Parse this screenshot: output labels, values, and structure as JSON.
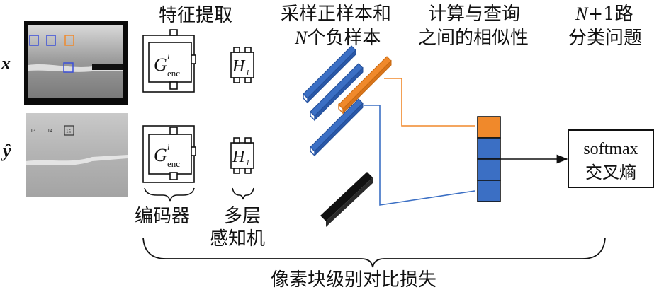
{
  "inputs": {
    "x_label": "x",
    "y_label": "ŷ",
    "patch_labels": [
      "13",
      "14",
      "15"
    ]
  },
  "headings": {
    "feature_extraction": "特征提取",
    "sampling_line1": "采样正样本和",
    "sampling_line2_var": "N",
    "sampling_line2_rest": "个负样本",
    "similarity_line1": "计算与查询",
    "similarity_line2": "之间的相似性",
    "classification_line1_var": "N",
    "classification_line1_rest": "+1路",
    "classification_line2": "分类问题"
  },
  "modules": {
    "encoder_symbol": "G",
    "encoder_sup": "l",
    "encoder_sub": "enc",
    "mlp_symbol": "H",
    "mlp_sub": "l",
    "encoder_caption": "编码器",
    "mlp_caption_line1": "多层",
    "mlp_caption_line2": "感知机"
  },
  "output": {
    "line1": "softmax",
    "line2": "交叉熵"
  },
  "loss_label": "像素块级别对比损失",
  "colors": {
    "negative": "#3b6fc4",
    "positive": "#f0892b",
    "query": "#111111"
  }
}
